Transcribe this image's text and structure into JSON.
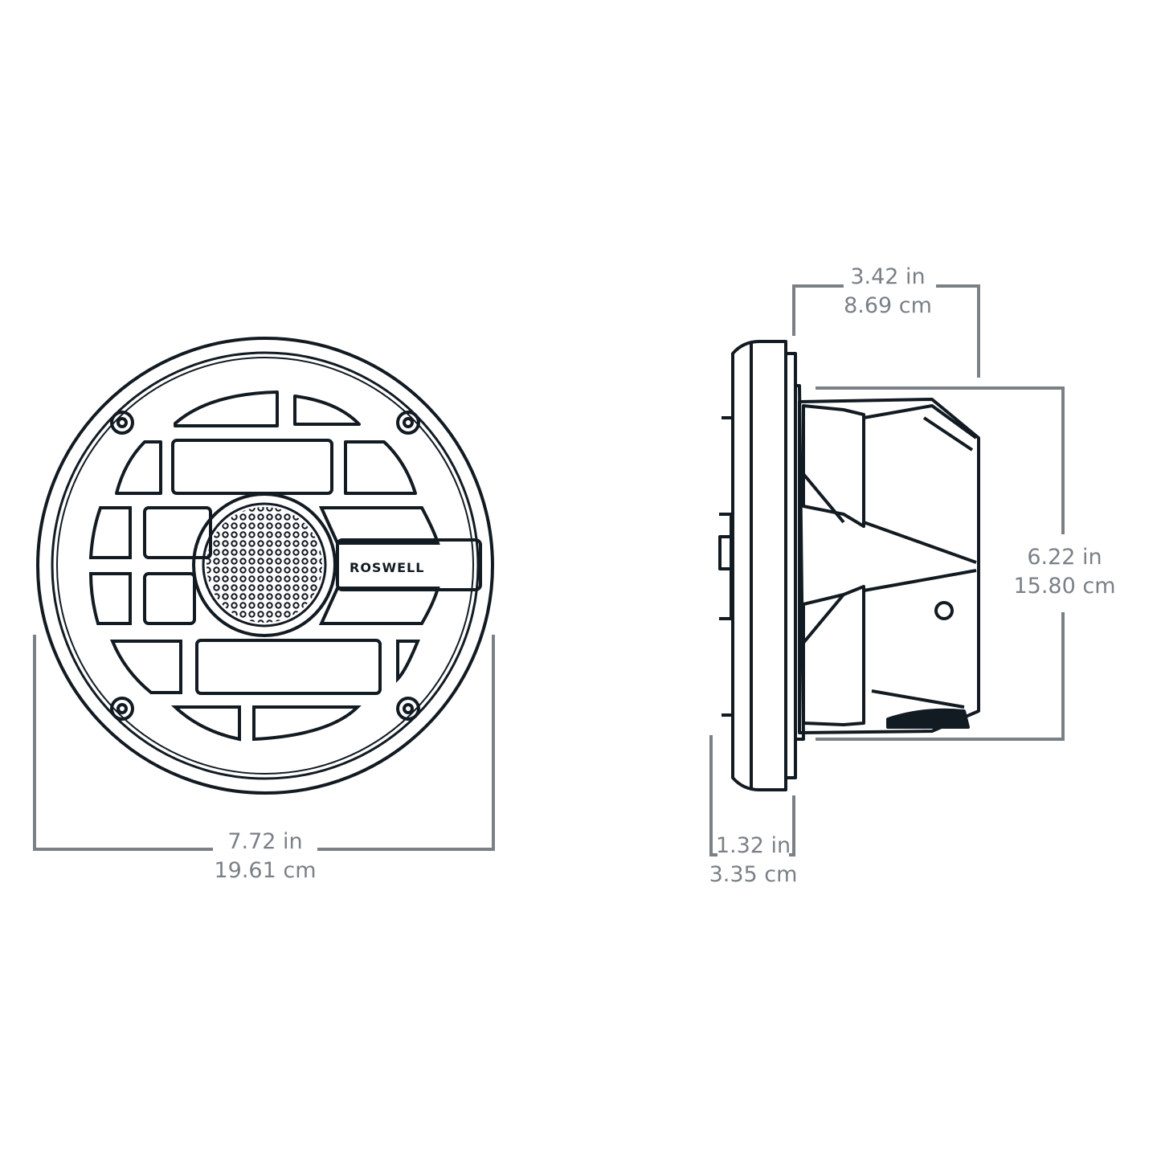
{
  "diagram": {
    "subject": "Roswell marine speaker dimension drawing",
    "colors": {
      "line": "#121a22",
      "dimension": "#7b8087",
      "background": "#ffffff"
    },
    "front_view": {
      "brand_text": "ROSWELL",
      "width_dimension": {
        "inches": "7.72 in",
        "cm": "19.61 cm"
      }
    },
    "side_view": {
      "depth_dimension": {
        "inches": "3.42 in",
        "cm": "8.69 cm"
      },
      "cutout_height_dimension": {
        "inches": "6.22 in",
        "cm": "15.80 cm"
      },
      "flange_depth_dimension": {
        "inches": "1.32 in",
        "cm": "3.35 cm"
      }
    }
  }
}
